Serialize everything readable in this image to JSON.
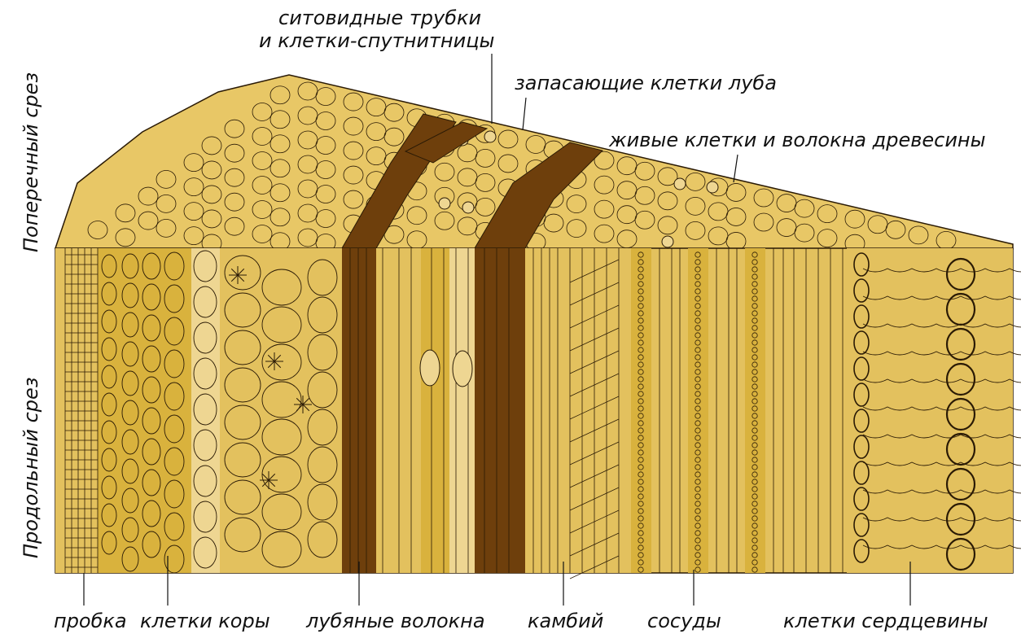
{
  "diagram": {
    "side_labels": {
      "cross_section": "Поперечный срез",
      "longitudinal_section": "Продольный срез"
    },
    "top_labels": {
      "sieve_tubes_line1": "ситовидные трубки",
      "sieve_tubes_line2": "и клетки-спутнитницы",
      "storage_cells": "запасающие клетки  луба",
      "living_cells": "живые клетки и волокна древесины"
    },
    "bottom_labels": {
      "cork": "пробка",
      "bark_cells": "клетки коры",
      "bast_fibers": "лубяные волокна",
      "cambium": "камбий",
      "vessels": "сосуды",
      "pith_cells": "клетки сердцевины"
    },
    "colors": {
      "base": "#e3c15e",
      "light": "#eed692",
      "mid": "#d9b23d",
      "dark": "#6e3f0c",
      "stroke": "#2a1a05"
    }
  }
}
